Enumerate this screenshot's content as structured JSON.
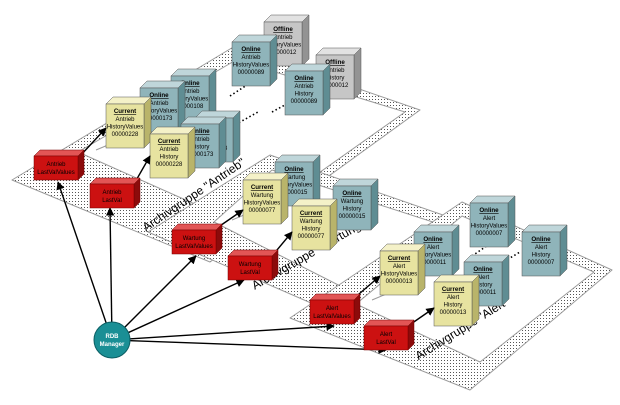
{
  "manager": {
    "line1": "RDB",
    "line2": "Manager",
    "color": "#1a8f95"
  },
  "colors": {
    "red_box": "#cc1111",
    "current_box": "#e7e3a0",
    "online_box": "#8fb4ba",
    "offline_box": "#c6c6c6",
    "line": "#000000",
    "group_outline": "#9a9a9a"
  },
  "groups": [
    {
      "label": "Archivgruppe \"Antrieb\"",
      "red_boxes": [
        {
          "line1": "Antrieb",
          "line2": "LastValValues"
        },
        {
          "line1": "Antrieb",
          "line2": "LastVal"
        }
      ],
      "tiles": [
        {
          "status": "Offline",
          "kind": "offline",
          "lines": [
            "Antrieb",
            "HistoryValues",
            "00000012"
          ]
        },
        {
          "status": "Online",
          "kind": "online",
          "lines": [
            "Antrieb",
            "HistoryValues",
            "00000089"
          ]
        },
        {
          "status": "Offline",
          "kind": "offline",
          "lines": [
            "Antrieb",
            "History",
            "00000012"
          ]
        },
        {
          "status": "Online",
          "kind": "online",
          "lines": [
            "Antrieb",
            "History",
            "00000089"
          ]
        },
        {
          "status": "Online",
          "kind": "online",
          "lines": [
            "Antrieb",
            "HistoryValues",
            "00000108"
          ]
        },
        {
          "status": "Online",
          "kind": "online",
          "lines": [
            "Antrieb",
            "HistoryValues",
            "00000173"
          ]
        },
        {
          "status": "Current",
          "kind": "current",
          "lines": [
            "Antrieb",
            "HistoryValues",
            "00000228"
          ]
        },
        {
          "status": "Online",
          "kind": "online",
          "lines": [
            "Antrieb",
            "History",
            "00000108"
          ]
        },
        {
          "status": "Online",
          "kind": "online",
          "lines": [
            "Antrieb",
            "History",
            "00000173"
          ]
        },
        {
          "status": "Current",
          "kind": "current",
          "lines": [
            "Antrieb",
            "History",
            "00000228"
          ]
        }
      ]
    },
    {
      "label": "Archivgruppe \"Wartung\"",
      "red_boxes": [
        {
          "line1": "Wartung",
          "line2": "LastValValues"
        },
        {
          "line1": "Wartung",
          "line2": "LastVal"
        }
      ],
      "tiles": [
        {
          "status": "Online",
          "kind": "online",
          "lines": [
            "Wartung",
            "HistoryValues",
            "00000015"
          ]
        },
        {
          "status": "Current",
          "kind": "current",
          "lines": [
            "Wartung",
            "HistoryValues",
            "00000077"
          ]
        },
        {
          "status": "Online",
          "kind": "online",
          "lines": [
            "Wartung",
            "History",
            "00000015"
          ]
        },
        {
          "status": "Current",
          "kind": "current",
          "lines": [
            "Wartung",
            "History",
            "00000077"
          ]
        }
      ]
    },
    {
      "label": "Archivgruppe \"Alert\"",
      "red_boxes": [
        {
          "line1": "Alert",
          "line2": "LastValValues"
        },
        {
          "line1": "Alert",
          "line2": "LastVal"
        }
      ],
      "tiles": [
        {
          "status": "Online",
          "kind": "online",
          "lines": [
            "Alert",
            "HistoryValues",
            "00000007"
          ]
        },
        {
          "status": "Online",
          "kind": "online",
          "lines": [
            "Alert",
            "HistoryValues",
            "00000011"
          ]
        },
        {
          "status": "Online",
          "kind": "online",
          "lines": [
            "Alert",
            "History",
            "00000007"
          ]
        },
        {
          "status": "Current",
          "kind": "current",
          "lines": [
            "Alert",
            "HistoryValues",
            "00000013"
          ]
        },
        {
          "status": "Online",
          "kind": "online",
          "lines": [
            "Alert",
            "History",
            "00000011"
          ]
        },
        {
          "status": "Current",
          "kind": "current",
          "lines": [
            "Alert",
            "History",
            "00000013"
          ]
        }
      ]
    }
  ]
}
